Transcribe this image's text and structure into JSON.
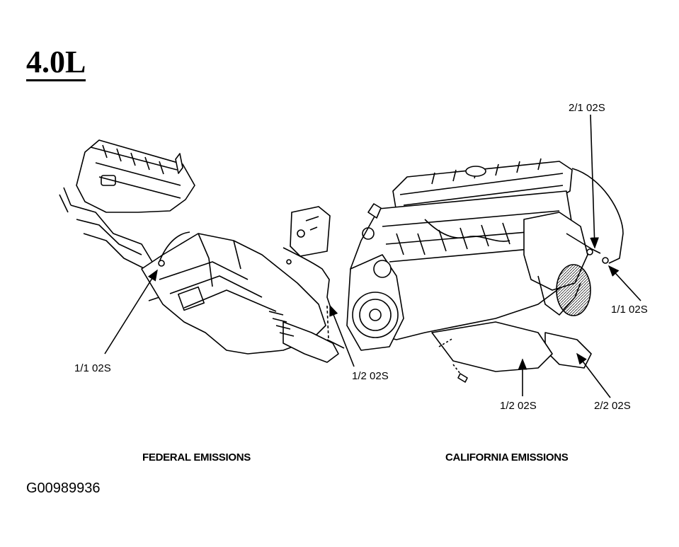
{
  "title": "4.0L",
  "callouts": {
    "fed_11": "1/1 02S",
    "fed_12": "1/2 02S",
    "cal_21": "2/1 02S",
    "cal_11": "1/1 02S",
    "cal_12": "1/2 02S",
    "cal_22": "2/2 02S"
  },
  "captions": {
    "federal": "FEDERAL EMISSIONS",
    "california": "CALIFORNIA EMISSIONS"
  },
  "figure_id": "G00989936"
}
